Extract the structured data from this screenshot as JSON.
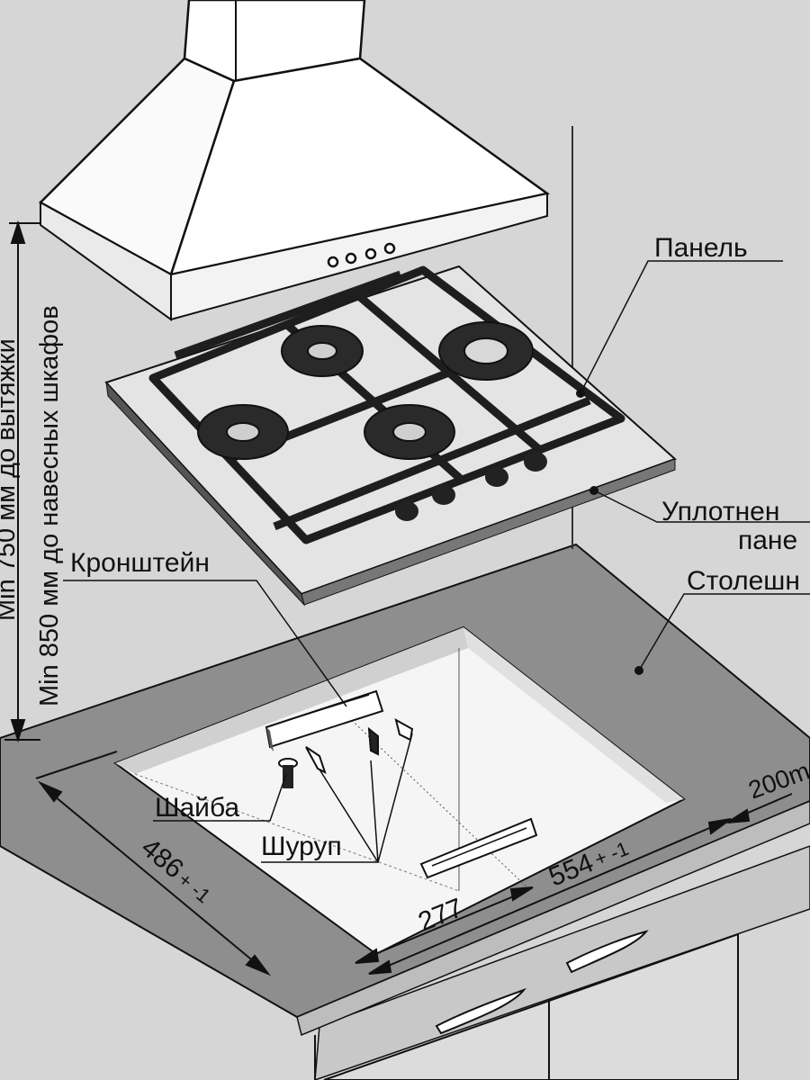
{
  "labels": {
    "panel": "Панель",
    "seal_line1": "Уплотнен",
    "seal_line2": "пане",
    "countertop": "Столешн",
    "bracket": "Кронштейн",
    "washer": "Шайба",
    "screw": "Шуруп",
    "min_hood": "Min 750 мм до вытяжки",
    "min_cabinets": "Min 850 мм до навесных шкафов"
  },
  "dimensions": {
    "depth": "486",
    "depth_tol": "+ -1",
    "width": "554",
    "width_tol": "+ -1",
    "half": "277",
    "side": "200m"
  },
  "colors": {
    "background": "#d6d6d6",
    "countertop": "#8e8e8e",
    "glass": "#e4e4e4",
    "grate": "#1e1e1e",
    "line": "#111111"
  }
}
